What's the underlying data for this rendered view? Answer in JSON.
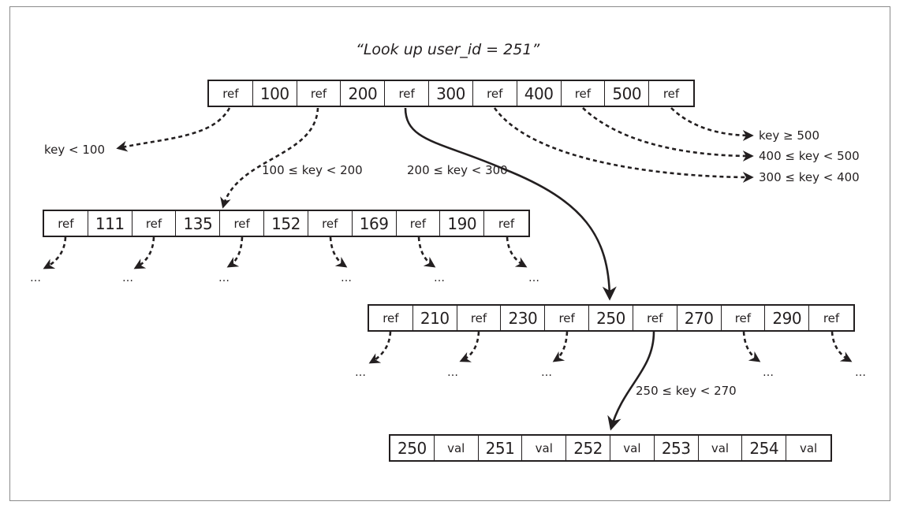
{
  "title": "“Look up user_id = 251”",
  "root": {
    "cells": [
      "ref",
      "100",
      "ref",
      "200",
      "ref",
      "300",
      "ref",
      "400",
      "ref",
      "500",
      "ref"
    ]
  },
  "left_child": {
    "cells": [
      "ref",
      "111",
      "ref",
      "135",
      "ref",
      "152",
      "ref",
      "169",
      "ref",
      "190",
      "ref"
    ]
  },
  "right_child": {
    "cells": [
      "ref",
      "210",
      "ref",
      "230",
      "ref",
      "250",
      "ref",
      "270",
      "ref",
      "290",
      "ref"
    ]
  },
  "leaf": {
    "cells": [
      "250",
      "val",
      "251",
      "val",
      "252",
      "val",
      "253",
      "val",
      "254",
      "val"
    ]
  },
  "range_labels": {
    "lt100": "key < 100",
    "r100_200": "100 ≤ key < 200",
    "r200_300": "200 ≤ key < 300",
    "ge500": "key ≥ 500",
    "r400_500": "400 ≤ key < 500",
    "r300_400": "300 ≤ key < 400",
    "r250_270": "250 ≤ key < 270"
  },
  "ellipsis": "…",
  "colors": {
    "ink": "#231f20",
    "frame": "#8a8a8a"
  }
}
